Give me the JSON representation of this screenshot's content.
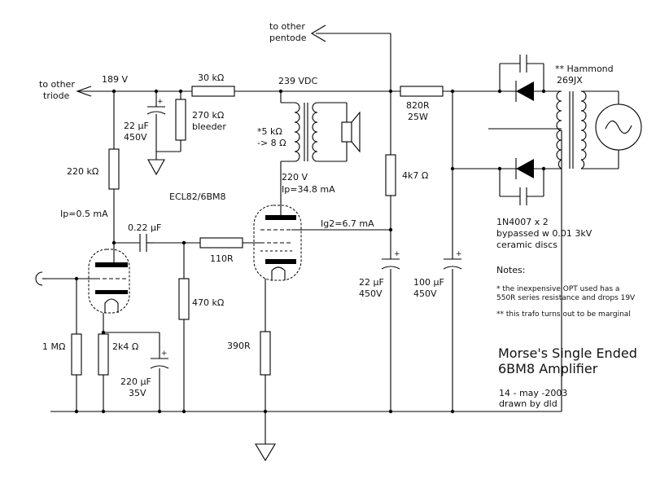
{
  "header": {
    "to_other_pentode": [
      "to other",
      "pentode"
    ],
    "to_other_triode": [
      "to other",
      "triode"
    ]
  },
  "nodes": {
    "b189": "189 V",
    "b239": "239 VDC",
    "plate220": "220 V",
    "ip_pentode": "Ip=34.8 mA",
    "ig2": "Ig2=6.7 mA",
    "ip_triode": "Ip=0.5 mA"
  },
  "components": {
    "r30k": "30 kΩ",
    "c22a": [
      "22 µF",
      "450V"
    ],
    "rbleeder": [
      "270 kΩ",
      "bleeder"
    ],
    "r220k": "220 kΩ",
    "tube": "ECL82/6BM8",
    "c022": "0.22 µF",
    "r110": "110R",
    "r470k": "470 kΩ",
    "r1m": "1 MΩ",
    "r2k4": "2k4 Ω",
    "c220": [
      "220 µF",
      "35V"
    ],
    "r390": "390R",
    "opt": [
      "*5 kΩ",
      "-> 8 Ω"
    ],
    "r4k7": "4k7 Ω",
    "c22b": [
      "22 µF",
      "450V"
    ],
    "c100": [
      "100 µF",
      "450V"
    ],
    "r820": [
      "820R",
      "25W"
    ],
    "transformer": [
      "** Hammond",
      "269JX"
    ],
    "diodes": [
      "1N4007 x 2",
      "bypassed w 0.01 3kV",
      "ceramic discs"
    ]
  },
  "notes": {
    "heading": "Notes:",
    "note1": [
      "* the inexpensive OPT used has a",
      "550R series resistance and drops 19V"
    ],
    "note2": "** this trafo turns out to be marginal"
  },
  "title_block": {
    "title": [
      "Morse's Single Ended",
      "6BM8 Amplifier"
    ],
    "date": "14 - may -2003",
    "author": "drawn by dld"
  }
}
